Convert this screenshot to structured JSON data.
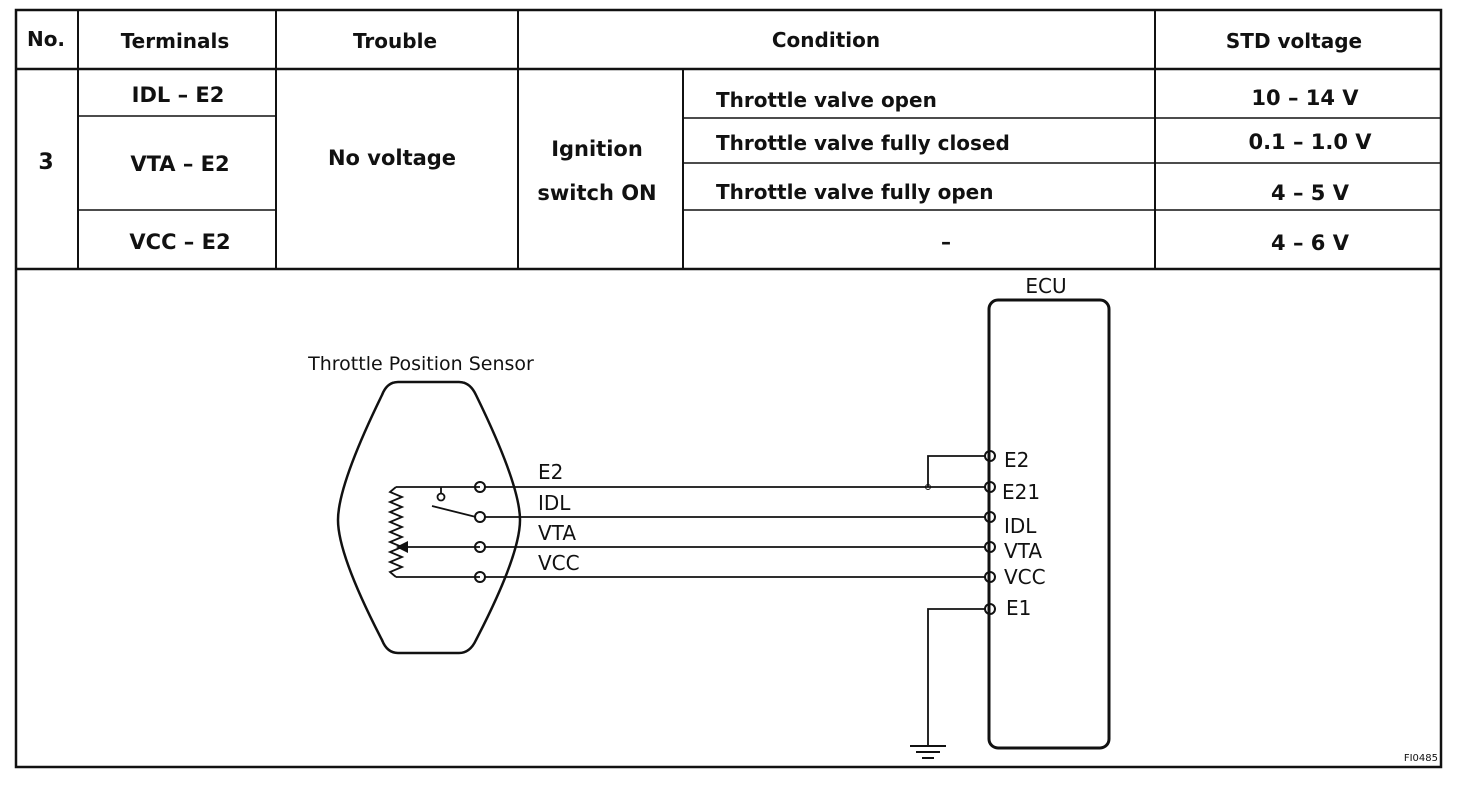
{
  "table": {
    "headers": {
      "no": "No.",
      "terminals": "Terminals",
      "trouble": "Trouble",
      "condition": "Condition",
      "std_voltage": "STD voltage"
    },
    "row_no": "3",
    "terminals": [
      "IDL – E2",
      "VTA – E2",
      "VCC – E2"
    ],
    "trouble": "No voltage",
    "condition_main": [
      "Ignition",
      "switch ON"
    ],
    "sub_conditions": [
      "Throttle valve open",
      "Throttle valve fully closed",
      "Throttle valve fully open",
      "–"
    ],
    "voltages": [
      "10 – 14 V",
      "0.1 – 1.0 V",
      "4 – 5 V",
      "4 – 6 V"
    ]
  },
  "diagram": {
    "sensor_label": "Throttle Position Sensor",
    "ecu_label": "ECU",
    "wire_labels": [
      "E2",
      "IDL",
      "VTA",
      "VCC"
    ],
    "ecu_pins": [
      "E2",
      "E21",
      "IDL",
      "VTA",
      "VCC",
      "E1"
    ],
    "figure_id": "FI0485"
  }
}
